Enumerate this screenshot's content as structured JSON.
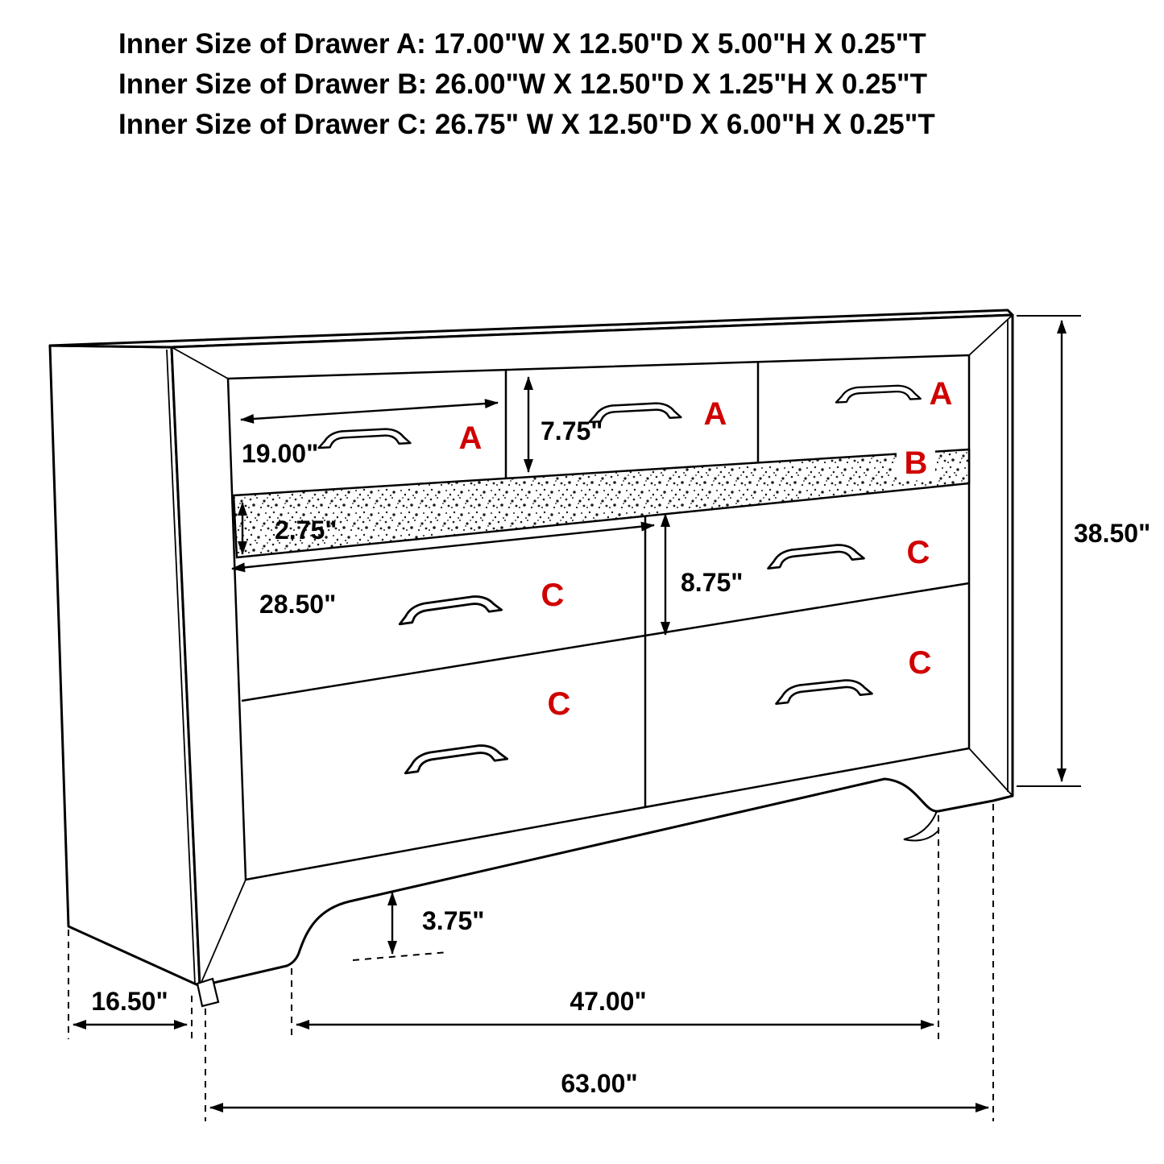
{
  "colors": {
    "accent_red": "#d10000",
    "line_black": "#000000",
    "background": "#ffffff"
  },
  "header": {
    "lines": [
      "Inner Size of Drawer A: 17.00\"W X 12.50\"D X 5.00\"H X 0.25\"T",
      "Inner Size of Drawer B: 26.00\"W X 12.50\"D X 1.25\"H X 0.25\"T",
      "Inner Size of Drawer C: 26.75\" W X 12.50\"D X 6.00\"H X 0.25\"T"
    ]
  },
  "drawer_labels": {
    "a": "A",
    "b": "B",
    "c": "C"
  },
  "dimensions": {
    "drawer_a_width": "19.00\"",
    "drawer_a_front_height": "7.75\"",
    "drawer_b_front_height": "2.75\"",
    "drawer_c_width": "28.50\"",
    "drawer_c_front_height": "8.75\"",
    "overall_height": "38.50\"",
    "foot_height": "3.75\"",
    "side_depth": "16.50\"",
    "foot_span": "47.00\"",
    "overall_width": "63.00\""
  }
}
